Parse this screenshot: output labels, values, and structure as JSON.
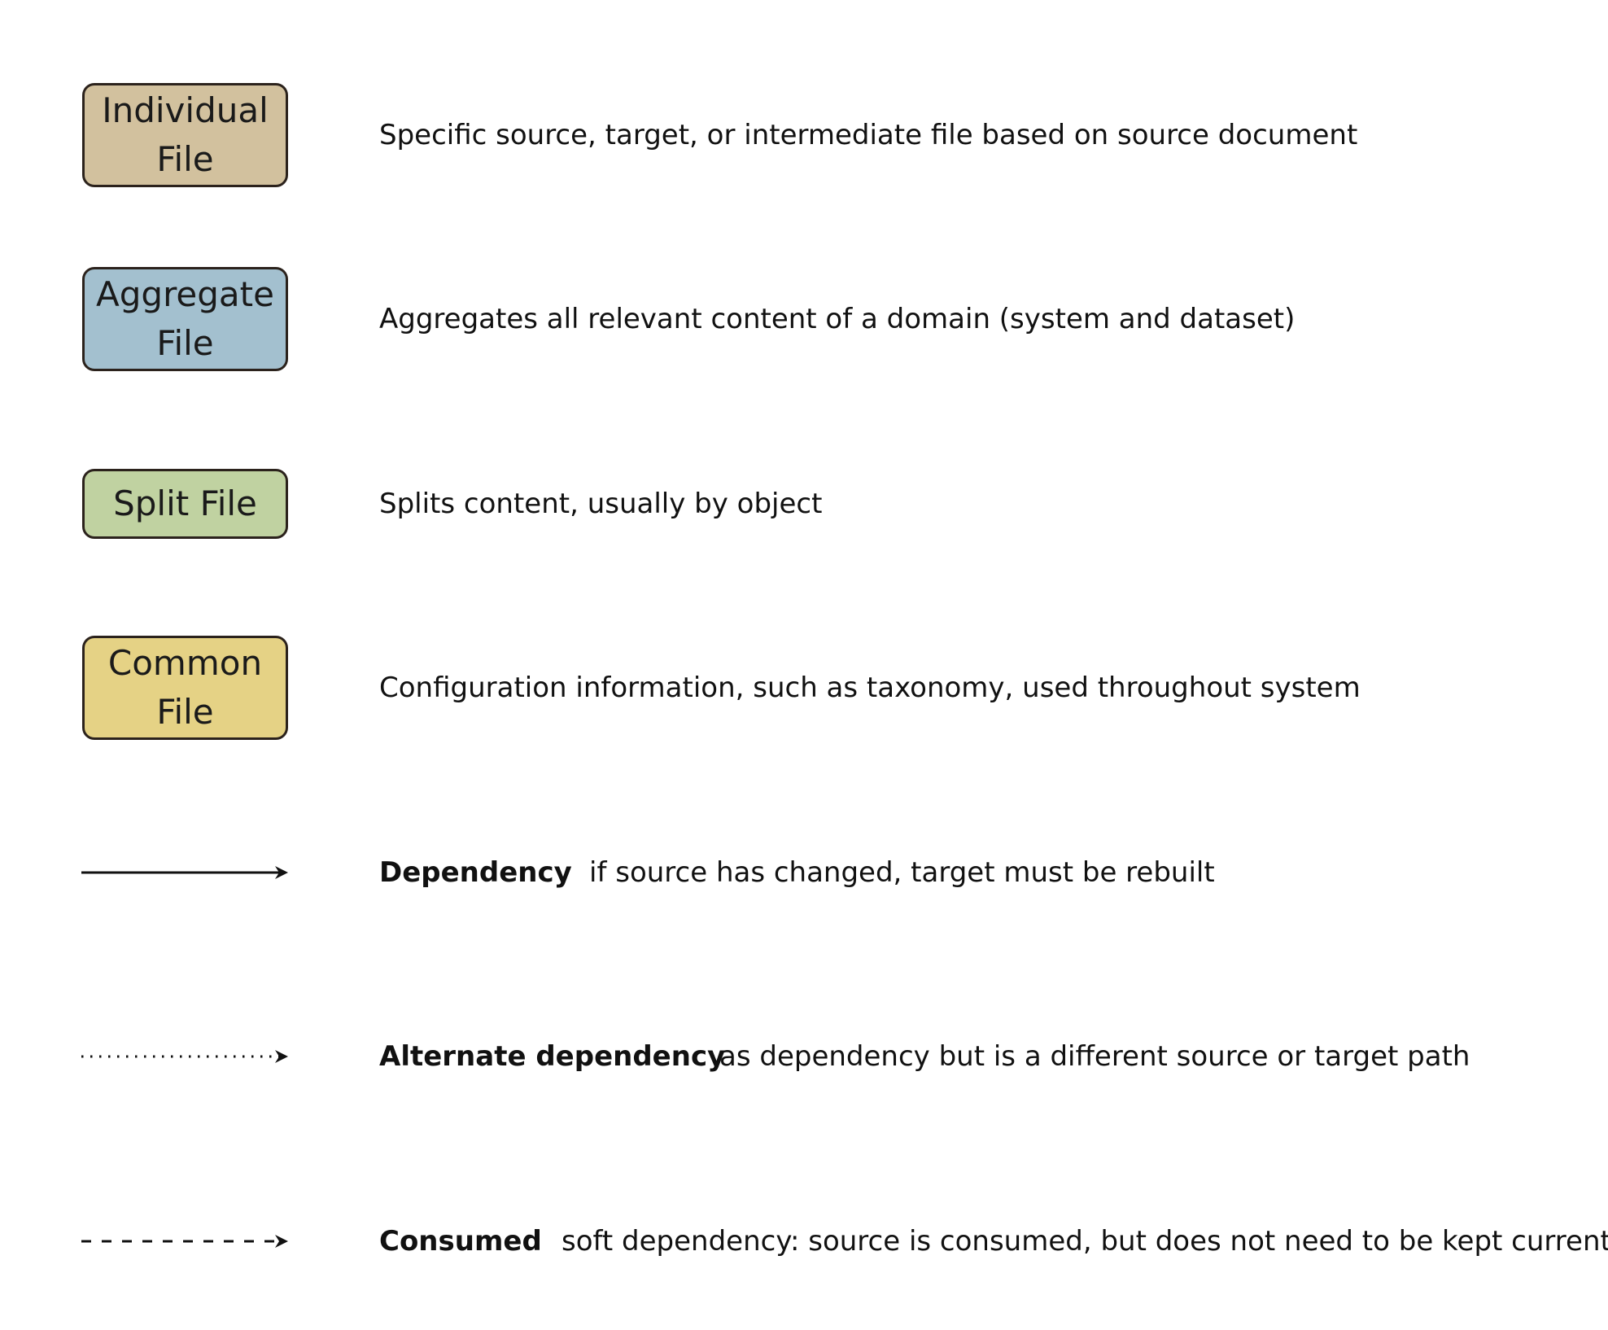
{
  "node_types": [
    {
      "id": "individual",
      "label_lines": [
        "Individual",
        "File"
      ],
      "color": "#d2c19e",
      "description": "Specific source, target, or intermediate file based on source document"
    },
    {
      "id": "aggregate",
      "label_lines": [
        "Aggregate",
        "File"
      ],
      "color": "#a3c0cf",
      "description": "Aggregates all relevant content of a domain (system and dataset)"
    },
    {
      "id": "split",
      "label_lines": [
        "Split File"
      ],
      "color": "#c0d2a1",
      "description": "Splits content, usually by object"
    },
    {
      "id": "common",
      "label_lines": [
        "Common",
        "File"
      ],
      "color": "#e5d285",
      "description": "Configuration information, such as taxonomy, used throughout system"
    }
  ],
  "edge_types": [
    {
      "id": "dependency",
      "line_style": "solid",
      "term": "Dependency",
      "description": "if source has changed, target must be rebuilt"
    },
    {
      "id": "alternate",
      "line_style": "dotted",
      "term": "Alternate dependency",
      "description": "as dependency but is a different source or target path"
    },
    {
      "id": "consumed",
      "line_style": "dashed",
      "term": "Consumed",
      "description": "soft dependency: source is consumed, but does not need to be kept current"
    }
  ],
  "colors": {
    "border": "#2b221c",
    "line": "#111111"
  }
}
